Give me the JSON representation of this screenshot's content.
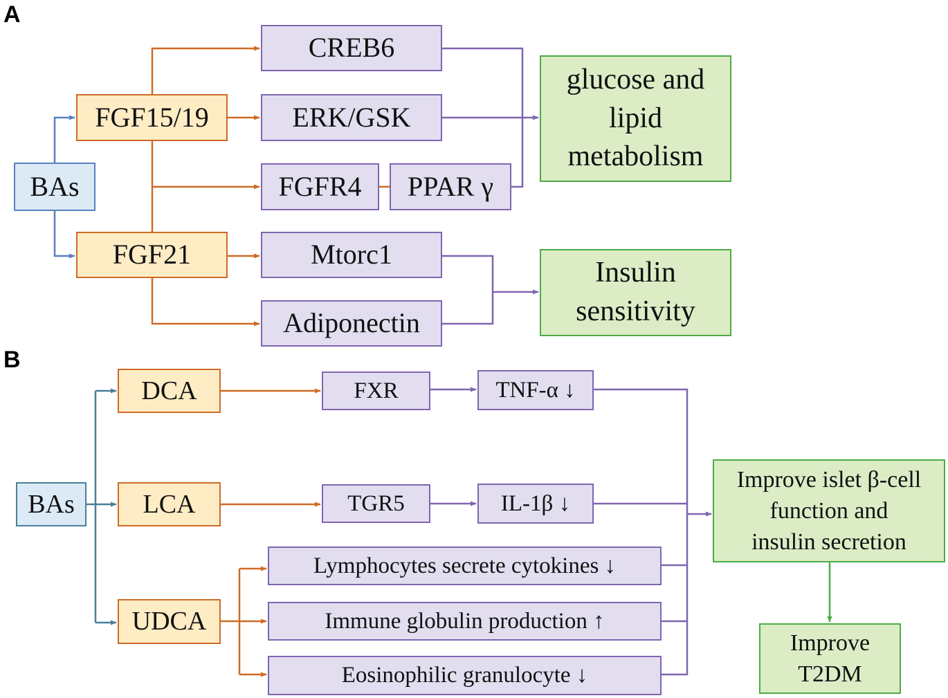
{
  "panels": {
    "a": "A",
    "b": "B"
  },
  "colors": {
    "bile": "#5b7fbf",
    "bile_b": "#4a7f98",
    "fgf": "#cf6a24",
    "mediator": "#7f65b0",
    "outcome": "#4bab45"
  },
  "panel_a": {
    "bas": "BAs",
    "fgf15_19": "FGF15/19",
    "fgf21": "FGF21",
    "creb6": "CREB6",
    "erk_gsk": "ERK/GSK",
    "fgfr4": "FGFR4",
    "ppar": "PPAR γ",
    "mtorc1": "Mtorc1",
    "adiponectin": "Adiponectin",
    "outcome_metabolism": "glucose and\nlipid\nmetabolism",
    "outcome_insulin": "Insulin\nsensitivity"
  },
  "panel_b": {
    "bas": "BAs",
    "dca": "DCA",
    "lca": "LCA",
    "udca": "UDCA",
    "fxr": "FXR",
    "tgr5": "TGR5",
    "tnf": "TNF-α ↓",
    "il1b": "IL-1β ↓",
    "lymphocytes": "Lymphocytes secrete cytokines ↓",
    "immune": "Immune globulin production ↑",
    "eosinophil": "Eosinophilic granulocyte  ↓",
    "improve_islet": "Improve islet β-cell\nfunction and\ninsulin secretion",
    "improve_t2dm": "Improve\nT2DM"
  }
}
